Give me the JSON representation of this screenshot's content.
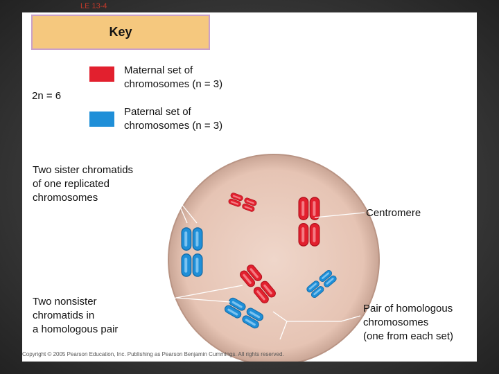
{
  "slide_tag": "LE 13-4",
  "key": {
    "title": "Key",
    "ploidy": "2n = 6",
    "maternal_label_line1": "Maternal set of",
    "maternal_label_line2": "chromosomes (n = 3)",
    "paternal_label_line1": "Paternal set of",
    "paternal_label_line2": "chromosomes (n = 3)",
    "maternal_color": "#e2202e",
    "paternal_color": "#1f8fd8"
  },
  "labels": {
    "sister_chromatids": [
      "Two sister chromatids",
      "of one replicated",
      "chromosomes"
    ],
    "centromere": "Centromere",
    "nonsister_chromatids": [
      "Two nonsister",
      "chromatids in",
      "a homologous pair"
    ],
    "homologous_pair": [
      "Pair of homologous",
      "chromosomes",
      "(one from each set)"
    ]
  },
  "copyright": "Copyright © 2005 Pearson Education, Inc. Publishing as Pearson Benjamin Cummings. All rights reserved.",
  "cell_color": "#e8c7b8"
}
